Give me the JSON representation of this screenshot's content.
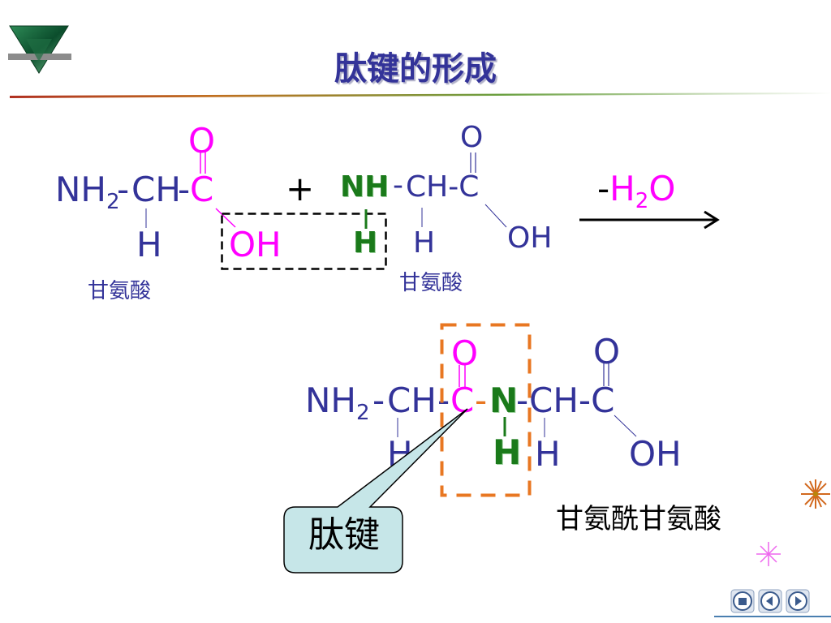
{
  "slide": {
    "title": "肽键的形成"
  },
  "reaction": {
    "plus": "+",
    "water_minus": "-",
    "water_h": "H",
    "water_sub": "2",
    "water_o": "O",
    "left": {
      "nh": "NH",
      "nh_sub": "2",
      "dash1": "-",
      "ch": "CH",
      "dash2": "-",
      "c": "C",
      "o_top": "O",
      "h_bottom": "H",
      "oh": "OH",
      "name": "甘氨酸"
    },
    "right": {
      "nh": "NH",
      "dash1": "-",
      "ch_c": "CH-C",
      "o_top": "O",
      "h_n": "H",
      "h_ch": "H",
      "oh": "OH",
      "name": "甘氨酸"
    }
  },
  "product": {
    "nh": "NH",
    "nh_sub": "2",
    "dash1": "-",
    "ch1": "CH",
    "dash2": "-",
    "c1": "C",
    "dash3": "-",
    "n": "N",
    "dash4": "-",
    "ch2_c2": "CH-C",
    "o1": "O",
    "o2": "O",
    "h1": "H",
    "h_n": "H",
    "h2": "H",
    "oh": "OH",
    "name": "甘氨酰甘氨酸",
    "callout": "肽键"
  },
  "colors": {
    "main_text": "#333399",
    "reactive_groups": "#ff00ff",
    "amine_group": "#1a7a1a",
    "peptide_box": "#e87722",
    "callout_fill": "#c6e6e8"
  },
  "icons": [
    "logo-triangle-icon",
    "sparkle-orange-icon",
    "sparkle-pink-icon",
    "home-icon",
    "prev-icon",
    "next-icon"
  ]
}
